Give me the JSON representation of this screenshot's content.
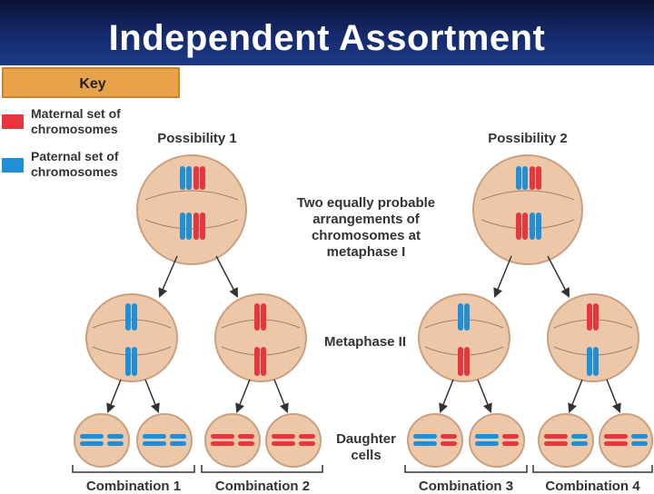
{
  "header": {
    "title": "Independent Assortment"
  },
  "key": {
    "label": "Key",
    "maternal": "Maternal set of chromosomes",
    "paternal": "Paternal set of chromosomes"
  },
  "colors": {
    "maternal": "#e8363f",
    "paternal": "#1f8fd6",
    "cell_fill": "#ecc8a8",
    "cell_stroke": "#caa080",
    "key_fill": "#e8a34a",
    "title_bg": "#0f1f55"
  },
  "labels": {
    "possibility1": "Possibility 1",
    "possibility2": "Possibility 2",
    "metaphase1_note": "Two equally probable arrangements of chromosomes at metaphase I",
    "metaphase2": "Metaphase II",
    "daughter": "Daughter cells"
  },
  "combinations": [
    "Combination 1",
    "Combination 2",
    "Combination 3",
    "Combination 4"
  ]
}
